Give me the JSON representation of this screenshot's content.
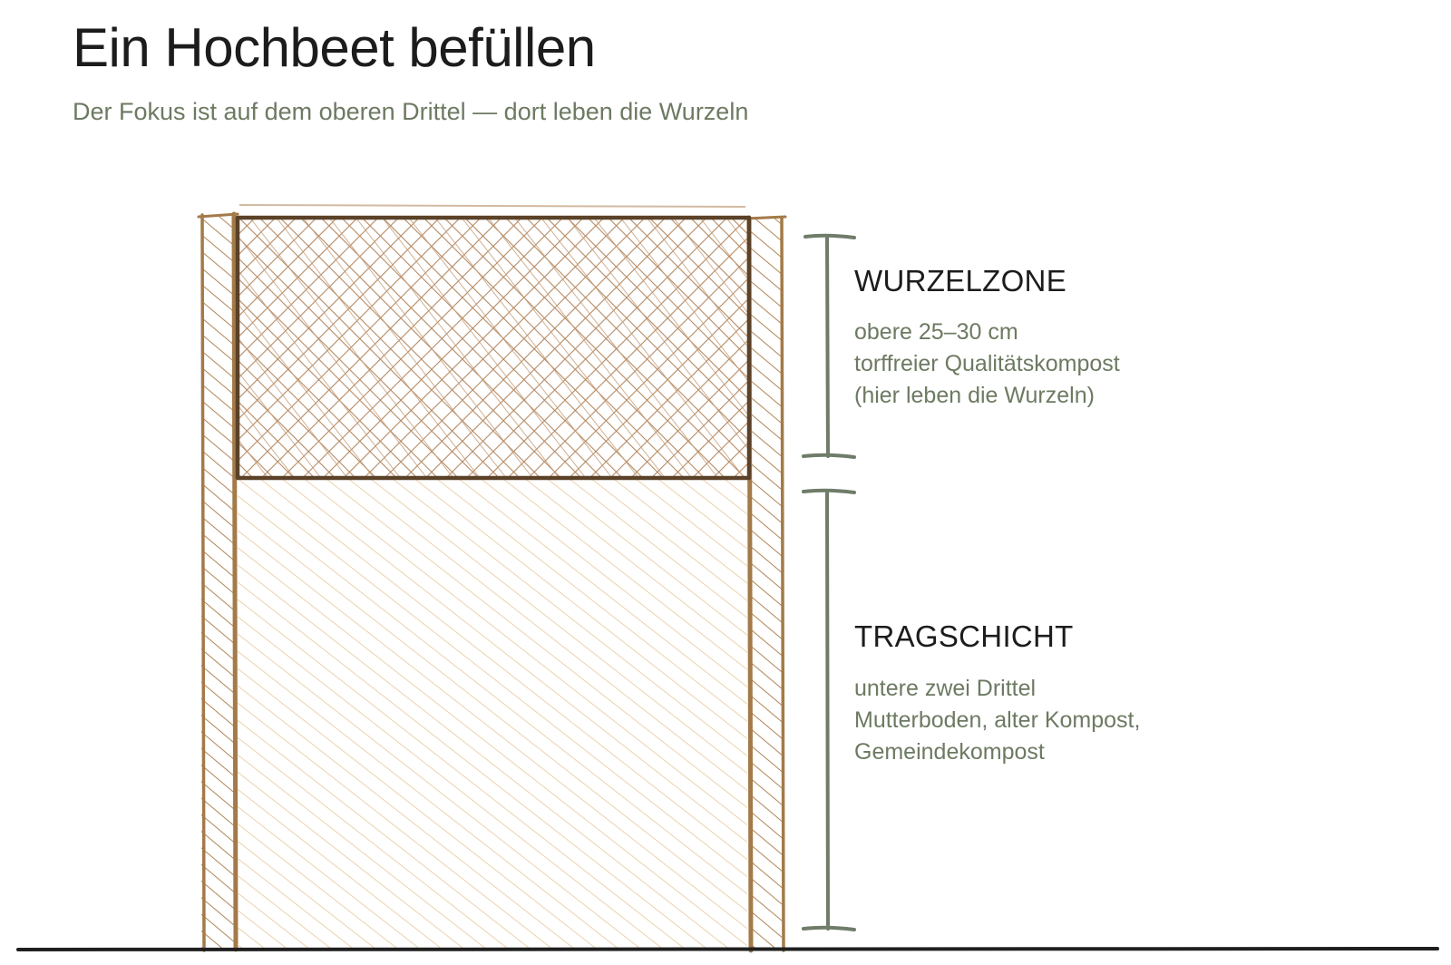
{
  "title": "Ein Hochbeet befüllen",
  "subtitle": "Der Fokus ist auf dem oberen Drittel — dort leben die Wurzeln",
  "layers": [
    {
      "label": "WURZELZONE",
      "lines": [
        "obere 25–30 cm",
        "torffreier Qualitätskompost",
        "(hier leben die Wurzeln)"
      ]
    },
    {
      "label": "TRAGSCHICHT",
      "lines": [
        "untere zwei Drittel",
        "Mutterboden, alter Kompost,",
        "Gemeindekompost"
      ]
    }
  ],
  "colors": {
    "wood": "#a37a48",
    "root_zone_hatch": "#b58a64",
    "root_zone_border": "#5a4128",
    "base_hatch": "#ead3ac",
    "bracket": "#6f7c69",
    "ground": "#1f1f1f",
    "title": "#1c1c1c",
    "muted_text": "#6d7a62"
  }
}
